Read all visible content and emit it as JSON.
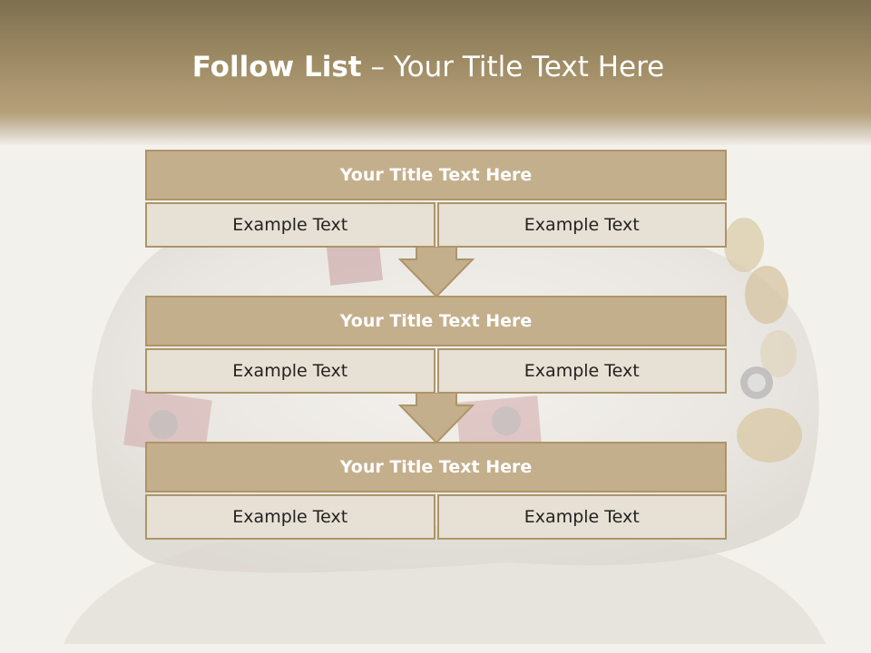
{
  "slide": {
    "title_bold": "Follow List",
    "title_rest": " – Your Title Text Here"
  },
  "blocks": [
    {
      "title": "Your Title Text Here",
      "cells": [
        "Example Text",
        "Example Text"
      ]
    },
    {
      "title": "Your Title Text Here",
      "cells": [
        "Example Text",
        "Example Text"
      ]
    },
    {
      "title": "Your Title Text Here",
      "cells": [
        "Example Text",
        "Example Text"
      ]
    }
  ],
  "colors": {
    "header_band": "#a08d66",
    "block_title_fill": "#c4af8c",
    "cell_fill": "#e7e0d4",
    "border": "#ad9569",
    "arrow_fill": "#c4af8c"
  }
}
